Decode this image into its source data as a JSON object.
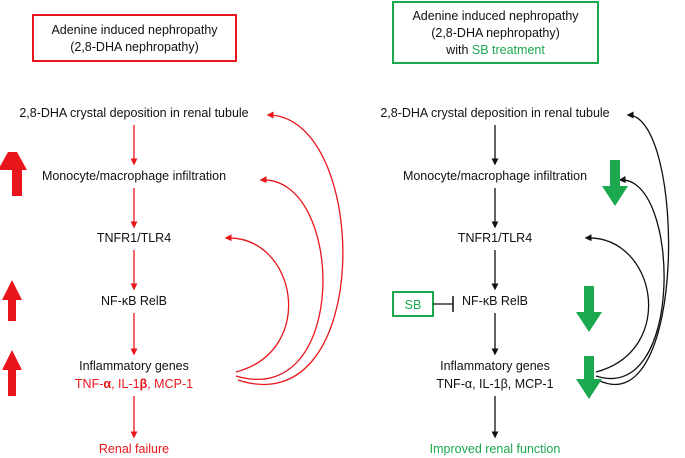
{
  "colors": {
    "red": "#e8161b",
    "green": "#1ca84f",
    "black": "#111111"
  },
  "left_panel": {
    "title_line1": "Adenine induced nephropathy",
    "title_line2": "(2,8-DHA nephropathy)",
    "steps": {
      "crystal": "2,8-DHA crystal deposition in renal tubule",
      "monocyte": "Monocyte/macrophage infiltration",
      "receptor": "TNFR1/TLR4",
      "nfkb": "NF-κB RelB",
      "genes": "Inflammatory genes",
      "genes_list_a": "TNF-",
      "genes_alpha": "α",
      "genes_list_b": ", IL-1",
      "genes_beta": "β",
      "genes_list_c": ", MCP-1",
      "outcome": "Renal failure"
    },
    "indicators": [
      "up-arrow",
      "up-arrow",
      "up-arrow"
    ]
  },
  "right_panel": {
    "title_line1": "Adenine induced nephropathy",
    "title_line2": "(2,8-DHA nephropathy)",
    "title_line3_prefix": "with ",
    "title_line3_highlight": "SB treatment",
    "steps": {
      "crystal": "2,8-DHA crystal deposition in renal tubule",
      "monocyte": "Monocyte/macrophage infiltration",
      "receptor": "TNFR1/TLR4",
      "nfkb": "NF-κB RelB",
      "genes": "Inflammatory genes",
      "genes_list": "TNF-α, IL-1β, MCP-1",
      "outcome": "Improved renal function"
    },
    "inhibitor": "SB",
    "indicators": [
      "down-arrow",
      "down-arrow",
      "down-arrow"
    ]
  }
}
